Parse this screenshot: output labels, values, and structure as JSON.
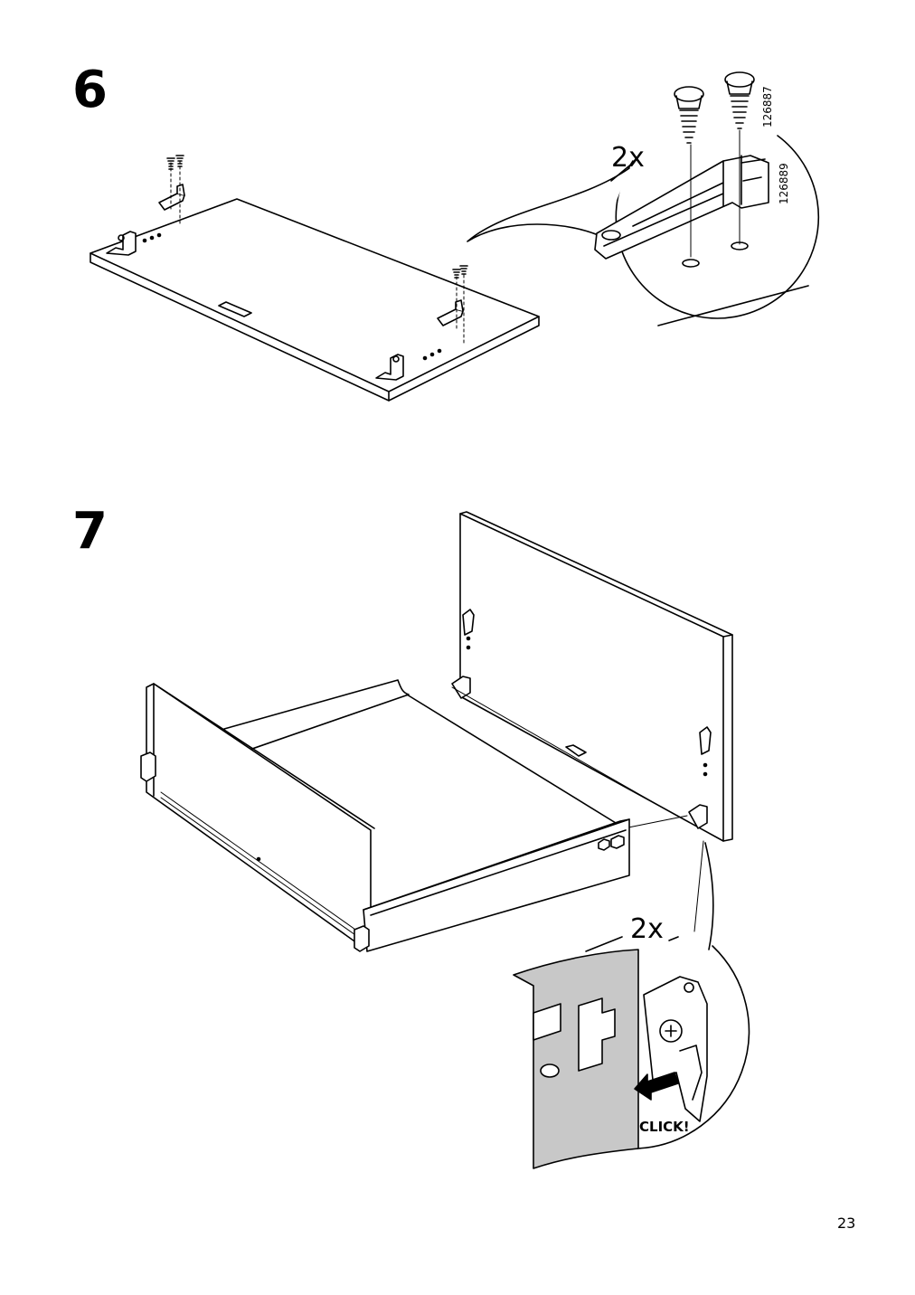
{
  "page_number": "23",
  "step6": {
    "number": "6",
    "quantity": "2x",
    "part_numbers": [
      "126887",
      "126889"
    ]
  },
  "step7": {
    "number": "7",
    "quantity": "2x",
    "click_label": "CLICK!"
  }
}
